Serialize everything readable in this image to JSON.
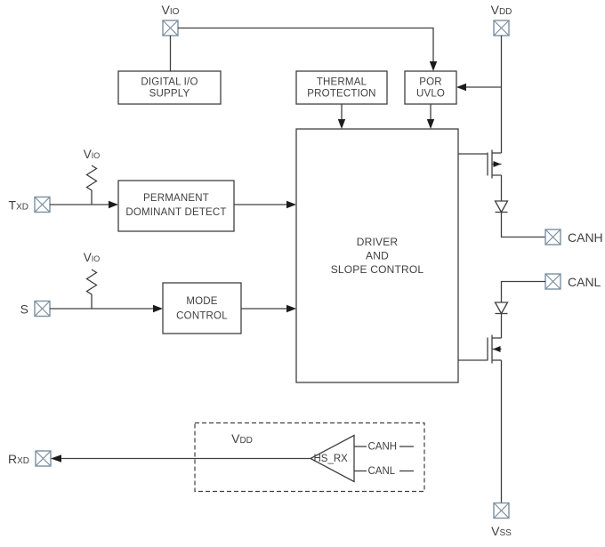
{
  "colors": {
    "line": "#404040",
    "text": "#3f3f3f",
    "pin_outline": "#7c90a0",
    "background": "#ffffff"
  },
  "pins": {
    "vio_top": {
      "label": "Vio"
    },
    "vdd_top": {
      "label": "Vdd"
    },
    "txd": {
      "label": "Txd"
    },
    "s": {
      "label": "S"
    },
    "rxd": {
      "label": "Rxd"
    },
    "canh": {
      "label": "CANH"
    },
    "canl": {
      "label": "CANL"
    },
    "vss": {
      "label": "Vss"
    }
  },
  "pullups": {
    "txd_supply_label": "Vio",
    "s_supply_label": "Vio"
  },
  "blocks": {
    "digital_io_supply": {
      "line1": "DIGITAL I/O",
      "line2": "SUPPLY"
    },
    "thermal_protection": {
      "line1": "THERMAL",
      "line2": "PROTECTION"
    },
    "por_uvlo": {
      "line1": "POR",
      "line2": "UVLO"
    },
    "permanent_dominant_detect": {
      "line1": "PERMANENT",
      "line2": "DOMINANT DETECT"
    },
    "mode_control": {
      "line1": "MODE",
      "line2": "CONTROL"
    },
    "driver_slope_control": {
      "line1": "DRIVER",
      "line2": "AND",
      "line3": "SLOPE CONTROL"
    }
  },
  "receiver": {
    "supply_label": "Vdd",
    "name": "HS_RX",
    "input_top": "CANH",
    "input_bottom": "CANL"
  }
}
